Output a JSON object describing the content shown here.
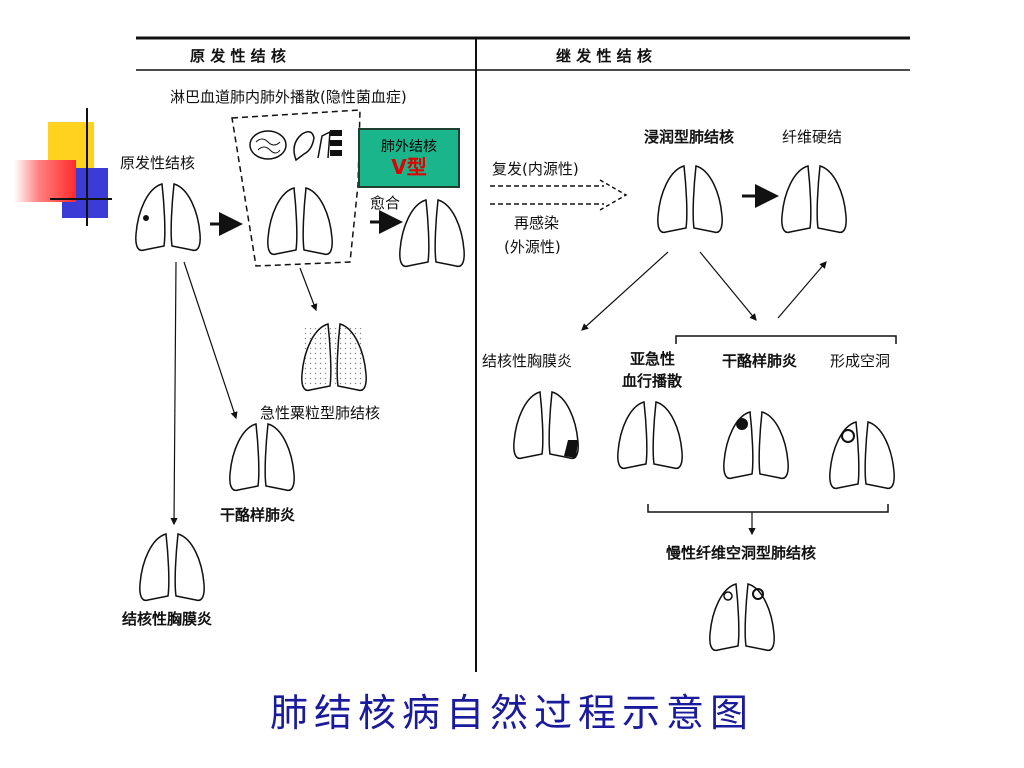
{
  "headers": {
    "primary": "原 发 性 结 核",
    "secondary": "继 发 性 结 核"
  },
  "primary": {
    "spread_title": "淋巴血道肺内肺外播散(隐性菌血症)",
    "start": "原发性结核",
    "heal": "愈合",
    "miliary": "急性粟粒型肺结核",
    "caseous": "干酪样肺炎",
    "pleurisy": "结核性胸膜炎"
  },
  "callout": {
    "line1": "肺外结核",
    "line2": "V型"
  },
  "secondary": {
    "infiltrative": "浸润型肺结核",
    "fibrosis": "纤维硬结",
    "relapse": "复发(内源性)",
    "reinfection_1": "再感染",
    "reinfection_2": "(外源性)",
    "pleurisy": "结核性胸膜炎",
    "subacute_1": "亚急性",
    "subacute_2": "血行播散",
    "caseous": "干酪样肺炎",
    "cavity": "形成空洞",
    "chronic": "慢性纤维空洞型肺结核"
  },
  "caption": "肺结核病自然过程示意图",
  "colors": {
    "caption": "#1a1a9c",
    "callout_bg": "#1bb58b",
    "callout_accent": "#e00000",
    "deco_yellow": "#ffd21f",
    "deco_red": "#ff3b3b",
    "deco_blue": "#3b3bd6"
  }
}
